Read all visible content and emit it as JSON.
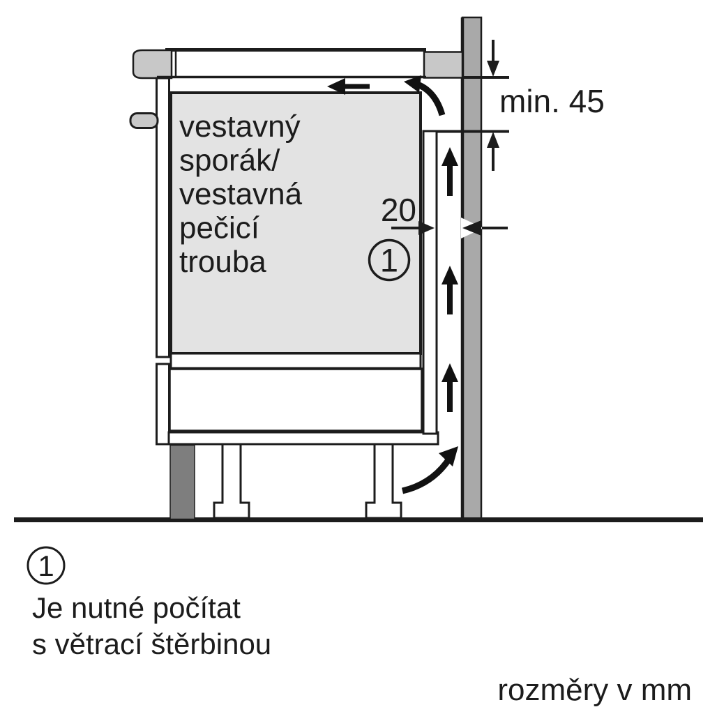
{
  "diagram": {
    "title_semantic": "built-in hob installation cross-section",
    "oven_label_lines": [
      "vestavný",
      "sporák/",
      "vestavná",
      "pečicí",
      "trouba"
    ],
    "gap_dimension_value": "20",
    "wall_clearance_dimension": "min. 45",
    "callout_number": "1",
    "colors": {
      "appliance_fill": "#e3e3e3",
      "worktop_fill": "#c8c8c8",
      "wall_fill": "#a9a9a9",
      "plinth_fill": "#7e7e7e",
      "line": "#1c1c1c",
      "background": "#ffffff"
    }
  },
  "legend": {
    "callout_number": "1",
    "note_line1": "Je nutné počítat",
    "note_line2": "s větrací štěrbinou"
  },
  "footer": {
    "units_note": "rozměry v mm"
  }
}
